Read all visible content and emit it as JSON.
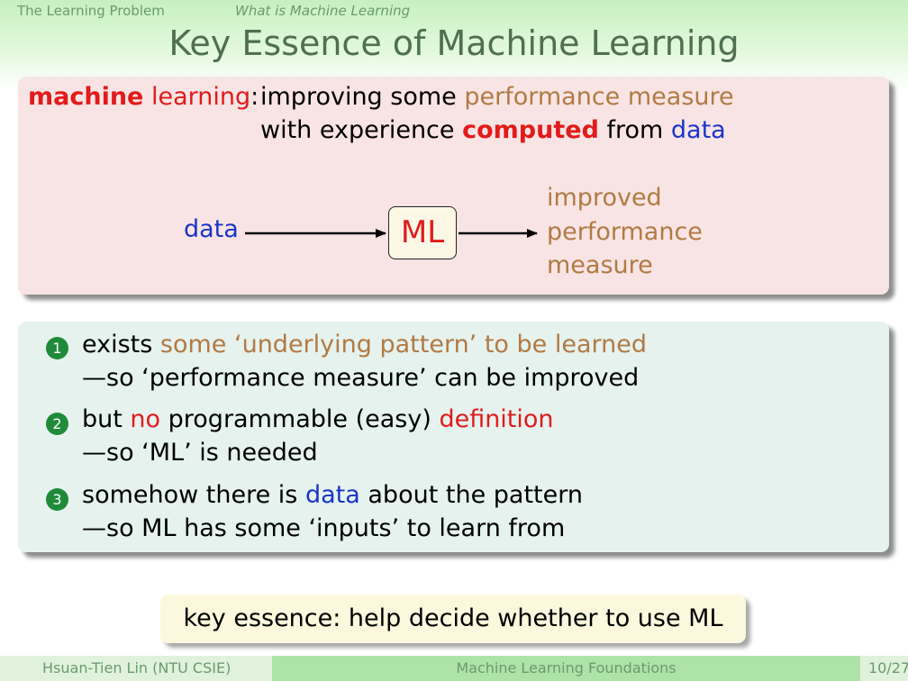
{
  "nav": {
    "section": "The Learning Problem",
    "subsection": "What is Machine Learning"
  },
  "title": "Key Essence of Machine Learning",
  "definition": {
    "term_part1": "machine",
    "term_part2": " learning",
    "colon": ":",
    "line1_start": "improving some ",
    "line1_highlight": "performance measure",
    "line2_start": "with experience ",
    "line2_bold": "computed",
    "line2_mid": " from ",
    "line2_data": "data"
  },
  "diagram": {
    "input": "data",
    "box": "ML",
    "output": [
      "improved",
      "performance",
      "measure"
    ]
  },
  "list": [
    {
      "number": "1",
      "line1_plain": "exists ",
      "line1_highlight": "some ‘underlying pattern’ to be learned",
      "line2": "—so ‘performance measure’ can be improved"
    },
    {
      "number": "2",
      "line1_plain": "but ",
      "line1_no": "no",
      "line1_mid": " programmable (easy) ",
      "line1_def": "definition",
      "line2": "—so ‘ML’ is needed"
    },
    {
      "number": "3",
      "line1_plain": "somehow there is ",
      "line1_data": "data",
      "line1_end": " about the pattern",
      "line2": "—so ML has some ‘inputs’ to learn from"
    }
  ],
  "key_essence": "key essence: help decide whether to use ML",
  "footer": {
    "author": "Hsuan-Tien Lin  (NTU CSIE)",
    "course": "Machine Learning Foundations",
    "page": "10/27"
  },
  "colors": {
    "red": "#e21b1b",
    "brown": "#b17a44",
    "blue": "#1a34c8",
    "title_green": "#4e7050",
    "number_badge": "#1f8b3a"
  }
}
